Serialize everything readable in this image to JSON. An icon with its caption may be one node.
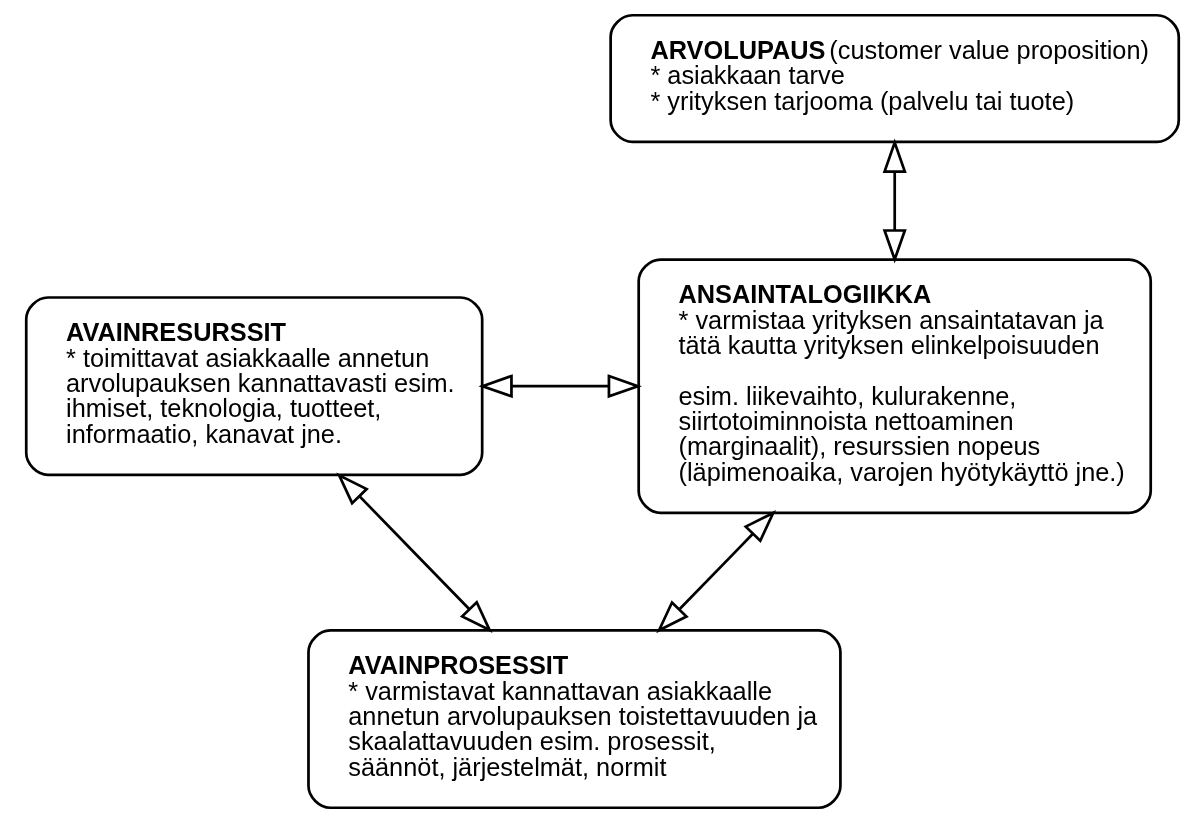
{
  "diagram": {
    "nodes": [
      {
        "text": [
          "**ARVOLUPAUS** (customer value proposition)",
          "* asiakkaan tarve",
          "* yrityksen tarjooma (palvelu tai tuote)"
        ]
      },
      {
        "text": [
          "ANSAINTALOGIIKKA",
          "* varmistaa yrityksen ansaintatavan ja tätä kautta yrityksen elinkelpoisuuden",
          "esim. liikevaihto, kulurakenne, siirtotoiminnoista nettoaminen (marginaalit), resurssien nopeus (läpimenoaika, varojen hyötykäyttö jne.)"
        ]
      },
      {
        "text": [
          "AVAINRESURSSIT",
          "* toimittavat asiakkaalle annetun arvolupauksen kannattavasti esim. ihmiset, teknologia, tuotteet, informaatio, kanavat jne."
        ]
      },
      {
        "text": [
          "AVAINPROSESSIT",
          "* varmistavat kannattavan asiakkaalle annetun arvolupauksen toistettavuuden ja skaalattavuuden esim. prosessit, säännöt, järjestelmät, normit"
        ]
      }
    ],
    "edges": [
      {
        "from": 0,
        "to": 1,
        "arrow": "both"
      },
      {
        "from": 2,
        "to": 1,
        "arrow": "both"
      },
      {
        "from": 2,
        "to": 3,
        "arrow": "both"
      },
      {
        "from": 1,
        "to": 3,
        "arrow": "both"
      }
    ]
  }
}
